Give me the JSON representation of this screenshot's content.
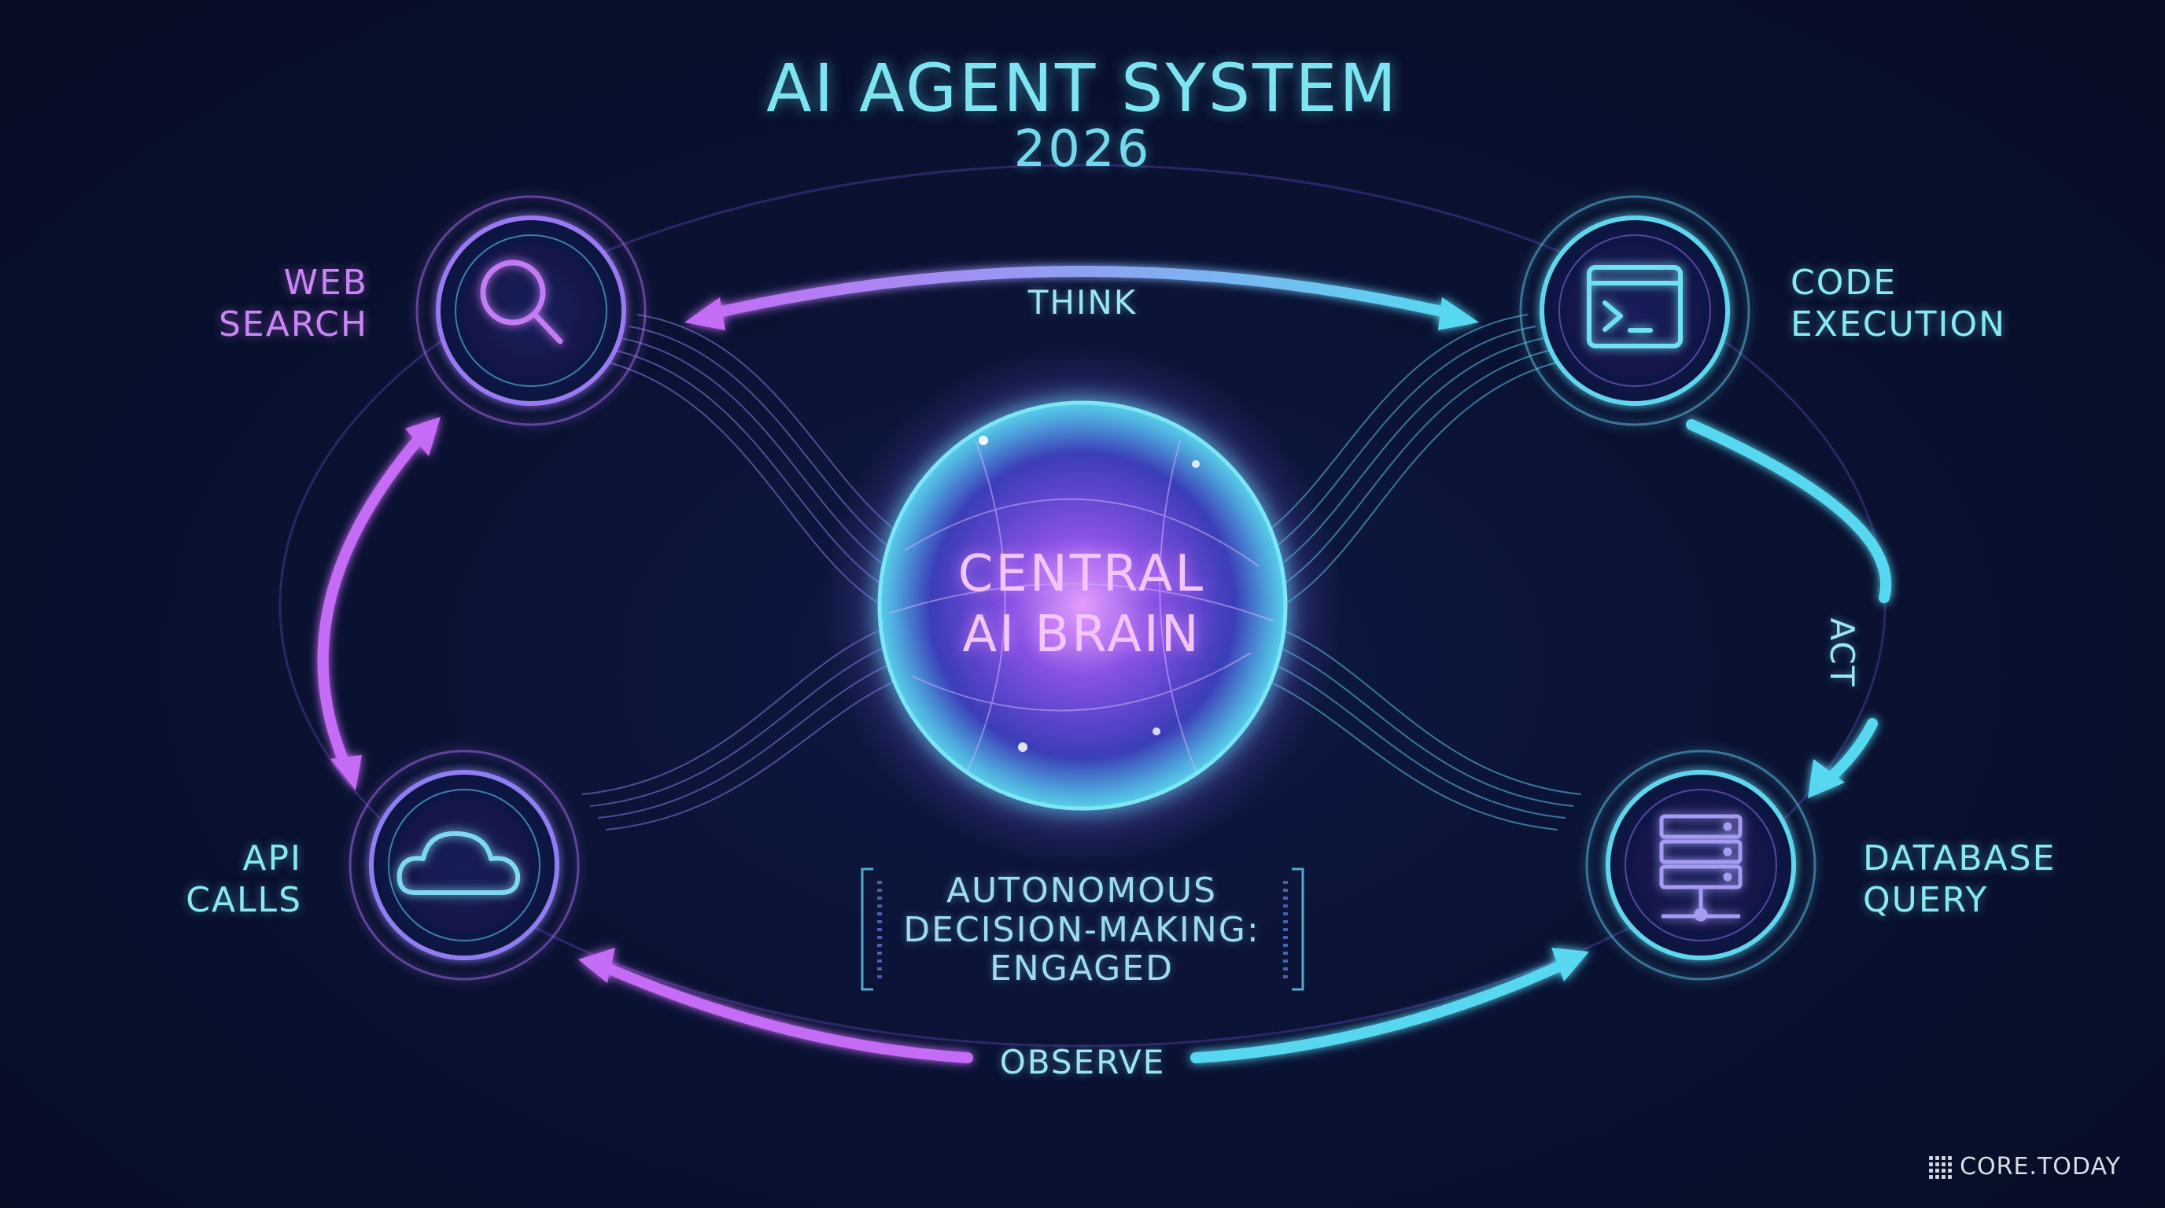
{
  "header": {
    "title": "AI AGENT SYSTEM",
    "subtitle": "2026"
  },
  "center": {
    "line1": "CENTRAL",
    "line2": "AI BRAIN"
  },
  "nodes": [
    {
      "line1": "WEB",
      "line2": "SEARCH",
      "icon": "search-icon"
    },
    {
      "line1": "CODE",
      "line2": "EXECUTION",
      "icon": "terminal-icon"
    },
    {
      "line1": "API",
      "line2": "CALLS",
      "icon": "cloud-icon"
    },
    {
      "line1": "DATABASE",
      "line2": "QUERY",
      "icon": "database-server-icon"
    }
  ],
  "flows": {
    "top": "THINK",
    "right": "ACT",
    "bottom": "OBSERVE"
  },
  "status": {
    "line1": "AUTONOMOUS",
    "line2": "DECISION-MAKING:",
    "line3": "ENGAGED"
  },
  "brand": "CORE.TODAY",
  "colors": {
    "background": "#0a1233",
    "accent_cyan": "#5fe3f2",
    "accent_purple": "#c070f5",
    "core_pink": "#f4c6ff"
  }
}
